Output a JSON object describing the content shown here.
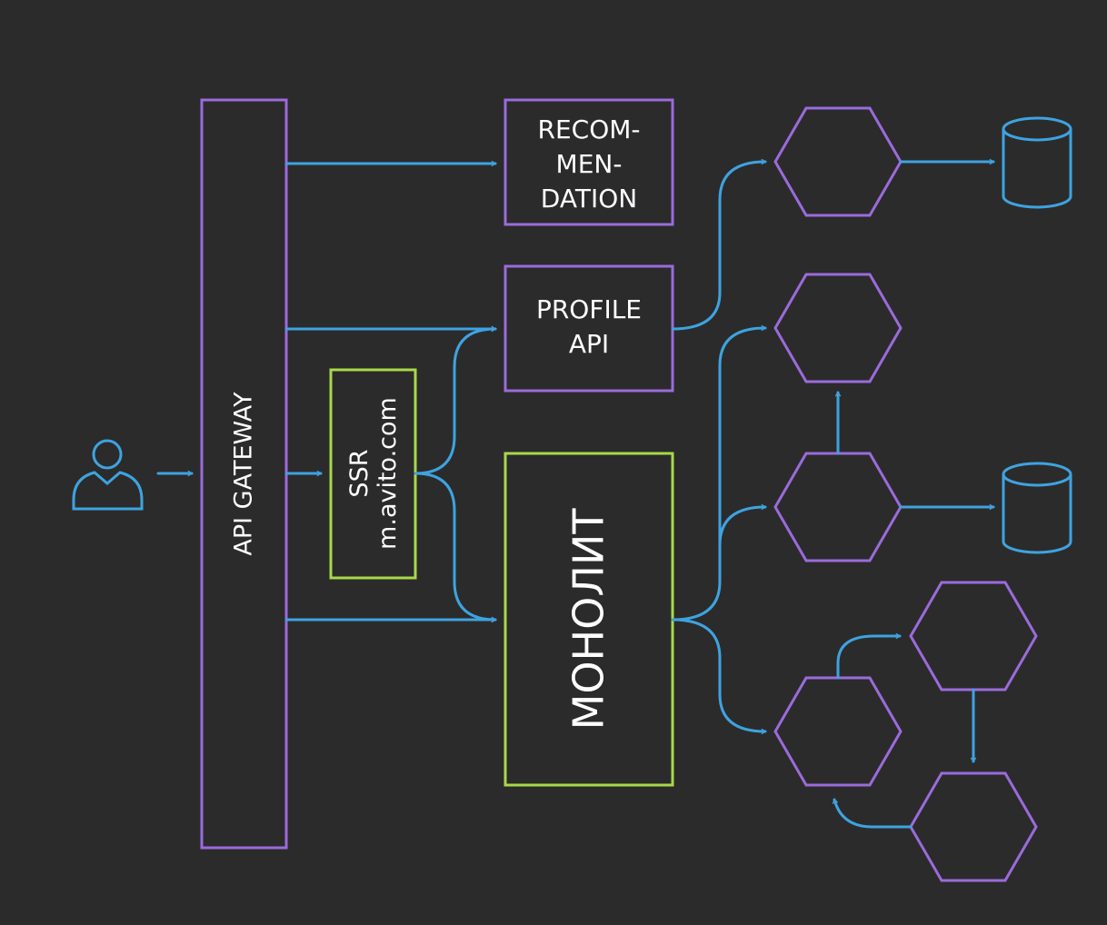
{
  "colors": {
    "background": "#2b2b2b",
    "purple": "#9b6bdc",
    "green": "#a8d84a",
    "blue": "#3ea3e0",
    "text": "#ffffff"
  },
  "nodes": {
    "user": {
      "icon": "user-icon"
    },
    "api_gateway": {
      "label": "API GATEWAY"
    },
    "ssr": {
      "line1": "SSR",
      "line2": "m.avito.com"
    },
    "recommendation": {
      "line1": "RECOM-",
      "line2": "MEN-",
      "line3": "DATION"
    },
    "profile_api": {
      "line1": "PROFILE",
      "line2": "API"
    },
    "monolith": {
      "label": "МОНОЛИТ"
    },
    "databases": [
      "database-icon",
      "database-icon"
    ],
    "microservices": [
      "hexagon",
      "hexagon",
      "hexagon",
      "hexagon",
      "hexagon",
      "hexagon"
    ]
  }
}
